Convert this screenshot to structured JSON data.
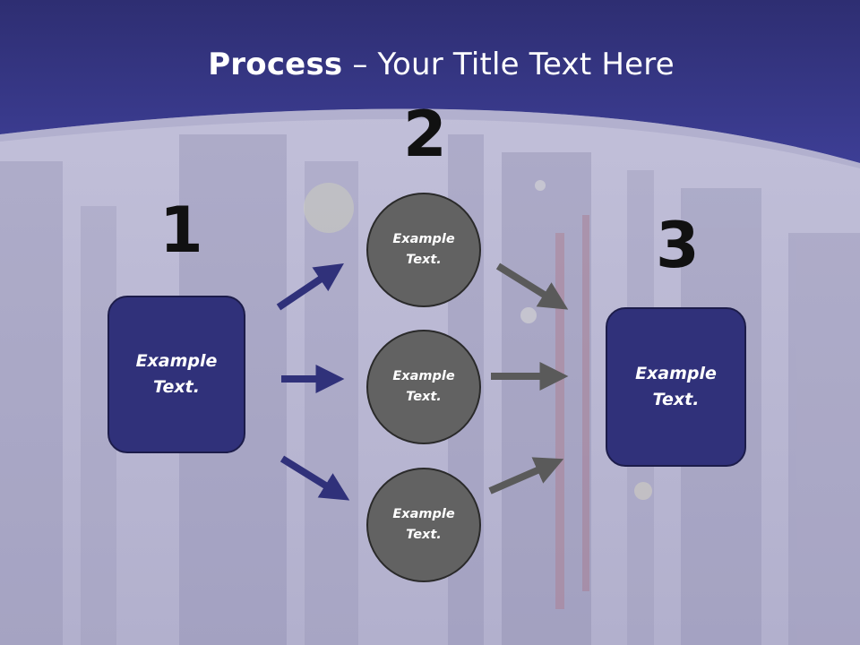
{
  "slide": {
    "title_bold": "Process",
    "title_rest": " – Your Title Text Here"
  },
  "steps": {
    "step1": {
      "number": "1",
      "text": "Example Text."
    },
    "step2": {
      "number": "2",
      "circles": [
        "Example Text.",
        "Example Text.",
        "Example Text."
      ]
    },
    "step3": {
      "number": "3",
      "text": "Example Text."
    }
  },
  "colors": {
    "header_band": "#3a3a8c",
    "box_fill": "#30317a",
    "circle_fill": "#626262",
    "arrow_blue": "#30317a",
    "arrow_gray": "#5a5a5a"
  }
}
